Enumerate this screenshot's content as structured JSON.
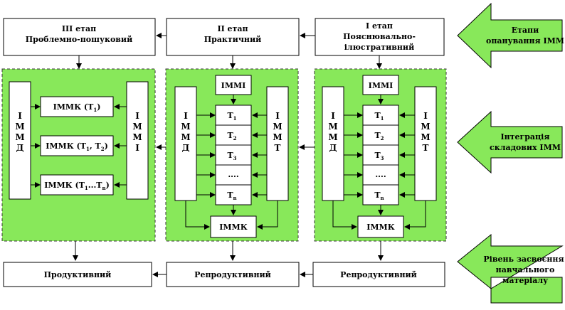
{
  "stages": {
    "s3": {
      "line1": "III етап",
      "line2": "Проблемно-пошуковий"
    },
    "s2": {
      "line1": "II етап",
      "line2": "Практичний"
    },
    "s1": {
      "line1": "I етап",
      "line2": "Пояснювально-",
      "line3": "ілюстративний"
    }
  },
  "levels": {
    "left": "Продуктивний",
    "middle": "Репродуктивний",
    "right": "Репродуктивний"
  },
  "block3": {
    "immd": [
      "І",
      "М",
      "М",
      "Д"
    ],
    "immi": [
      "І",
      "М",
      "М",
      "І"
    ],
    "k1": {
      "main": "ІММК (Т",
      "sub": "1",
      "tail": ")"
    },
    "k2": {
      "main": "ІММК (Т",
      "sub": "1",
      "mid": ", Т",
      "sub2": "2",
      "tail": ")"
    },
    "k3": {
      "main": "ІММК (Т",
      "sub": "1",
      "mid": "...Т",
      "sub2": "n",
      "tail": ")"
    }
  },
  "block2": {
    "immi": "ІММІ",
    "immd": [
      "І",
      "М",
      "М",
      "Д"
    ],
    "immt": [
      "І",
      "М",
      "М",
      "Т"
    ],
    "t": [
      {
        "t": "Т",
        "s": "1"
      },
      {
        "t": "Т",
        "s": "2"
      },
      {
        "t": "Т",
        "s": "3"
      },
      {
        "t": "....",
        "s": ""
      },
      {
        "t": "Т",
        "s": "n"
      }
    ],
    "immk": "ІММК"
  },
  "block1": {
    "immi": "ІММІ",
    "immd": [
      "І",
      "М",
      "М",
      "Д"
    ],
    "immt": [
      "І",
      "М",
      "М",
      "Т"
    ],
    "t": [
      {
        "t": "Т",
        "s": "1"
      },
      {
        "t": "Т",
        "s": "2"
      },
      {
        "t": "Т",
        "s": "3"
      },
      {
        "t": "....",
        "s": ""
      },
      {
        "t": "Т",
        "s": "n"
      }
    ],
    "immk": "ІММК"
  },
  "side_arrows": {
    "a1": {
      "line1": "Етапи",
      "line2": "опанування ІММ"
    },
    "a2": {
      "line1": "Інтеграція",
      "line2": "складових  ІММ"
    },
    "a3": {
      "line1": "Рівень засвоєння",
      "line2": "навчального",
      "line3": "матеріалу"
    }
  },
  "colors": {
    "green": "#88e85a",
    "line": "#000000"
  }
}
